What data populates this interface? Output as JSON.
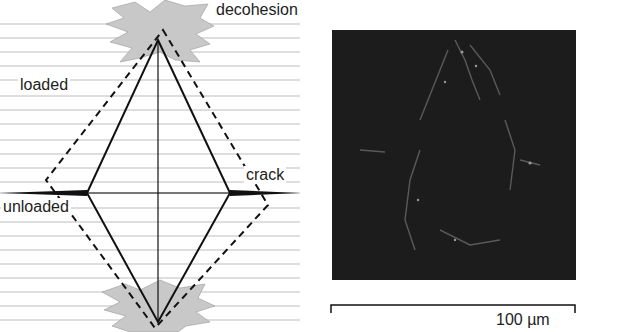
{
  "diagram": {
    "labels": [
      "decohesion",
      "loaded",
      "unloaded",
      "crack",
      "100 µm"
    ]
  }
}
